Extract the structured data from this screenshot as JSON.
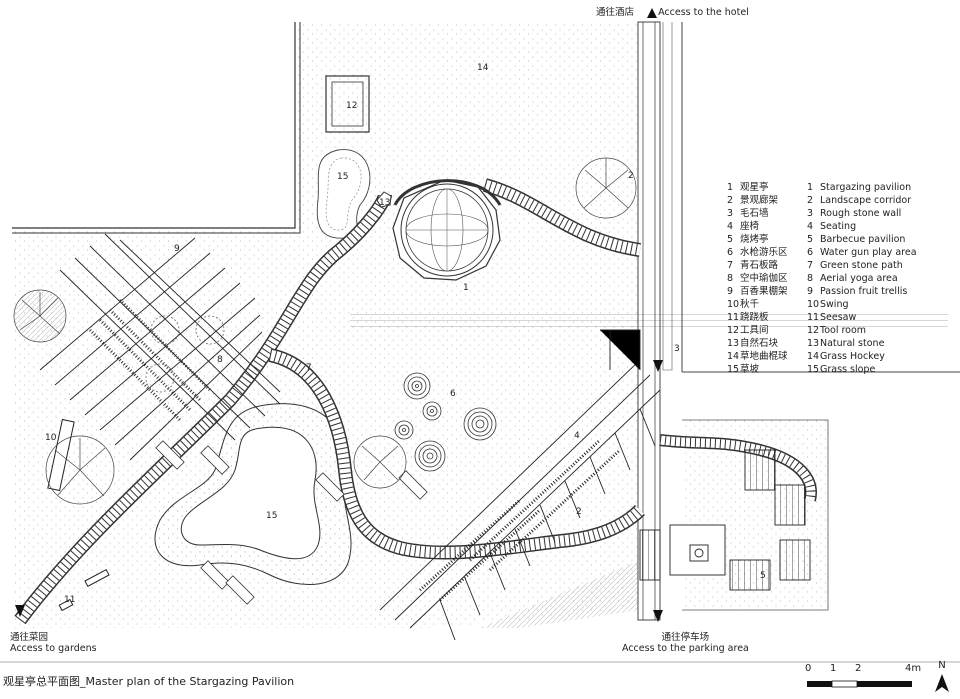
{
  "title": "观星亭总平面图_Master plan of  the Stargazing Pavilion",
  "access": {
    "hotel_zh": "通往酒店",
    "hotel_en": "Access to the hotel",
    "gardens_zh": "通往菜园",
    "gardens_en": "Access to  gardens",
    "parking_zh": "通往停车场",
    "parking_en": "Access to the parking area"
  },
  "legend": [
    {
      "num": "1",
      "zh": "观星亭",
      "en": "Stargazing pavilion"
    },
    {
      "num": "2",
      "zh": "景观廊架",
      "en": "Landscape corridor"
    },
    {
      "num": "3",
      "zh": "毛石墙",
      "en": "Rough stone wall"
    },
    {
      "num": "4",
      "zh": "座椅",
      "en": "Seating"
    },
    {
      "num": "5",
      "zh": "烧烤亭",
      "en": "Barbecue pavilion"
    },
    {
      "num": "6",
      "zh": "水枪游乐区",
      "en": "Water gun play area"
    },
    {
      "num": "7",
      "zh": "青石板路",
      "en": "Green stone path"
    },
    {
      "num": "8",
      "zh": "空中瑜伽区",
      "en": "Aerial yoga area"
    },
    {
      "num": "9",
      "zh": "百香果棚架",
      "en": "Passion fruit trellis"
    },
    {
      "num": "10",
      "zh": "秋千",
      "en": "Swing"
    },
    {
      "num": "11",
      "zh": "跷跷板",
      "en": "Seesaw"
    },
    {
      "num": "12",
      "zh": "工具间",
      "en": "Tool room"
    },
    {
      "num": "13",
      "zh": "自然石块",
      "en": "Natural stone"
    },
    {
      "num": "14",
      "zh": "草地曲棍球",
      "en": "Grass Hockey"
    },
    {
      "num": "15",
      "zh": "草坡",
      "en": "Grass slope"
    }
  ],
  "plan_labels": [
    "1",
    "2",
    "2",
    "3",
    "4",
    "5",
    "6",
    "7",
    "8",
    "9",
    "10",
    "11",
    "12",
    "13",
    "14",
    "15",
    "15"
  ],
  "scale": {
    "t0": "0",
    "t1": "1",
    "t2": "2",
    "t4": "4m"
  },
  "north": "N"
}
